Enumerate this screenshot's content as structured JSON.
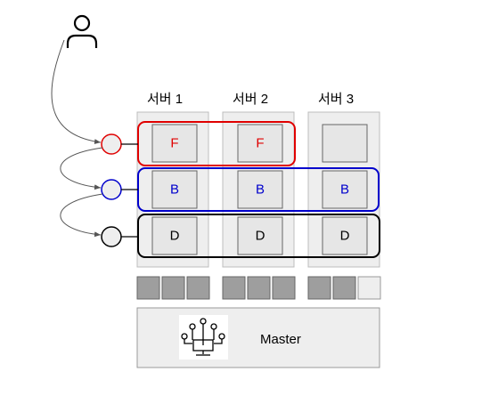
{
  "servers": [
    {
      "label": "서버 1",
      "cells": [
        "F",
        "B",
        "D"
      ],
      "blocks": [
        1,
        1,
        1
      ]
    },
    {
      "label": "서버 2",
      "cells": [
        "F",
        "B",
        "D"
      ],
      "blocks": [
        1,
        1,
        1
      ]
    },
    {
      "label": "서버 3",
      "cells": [
        "",
        "B",
        "D"
      ],
      "blocks": [
        1,
        1,
        0
      ]
    }
  ],
  "groups": [
    {
      "letter": "F",
      "color": "#e00000"
    },
    {
      "letter": "B",
      "color": "#0000cc"
    },
    {
      "letter": "D",
      "color": "#000000"
    }
  ],
  "master": {
    "label": "Master"
  },
  "icons": {
    "user": "user-icon",
    "master": "network-tree-icon"
  }
}
